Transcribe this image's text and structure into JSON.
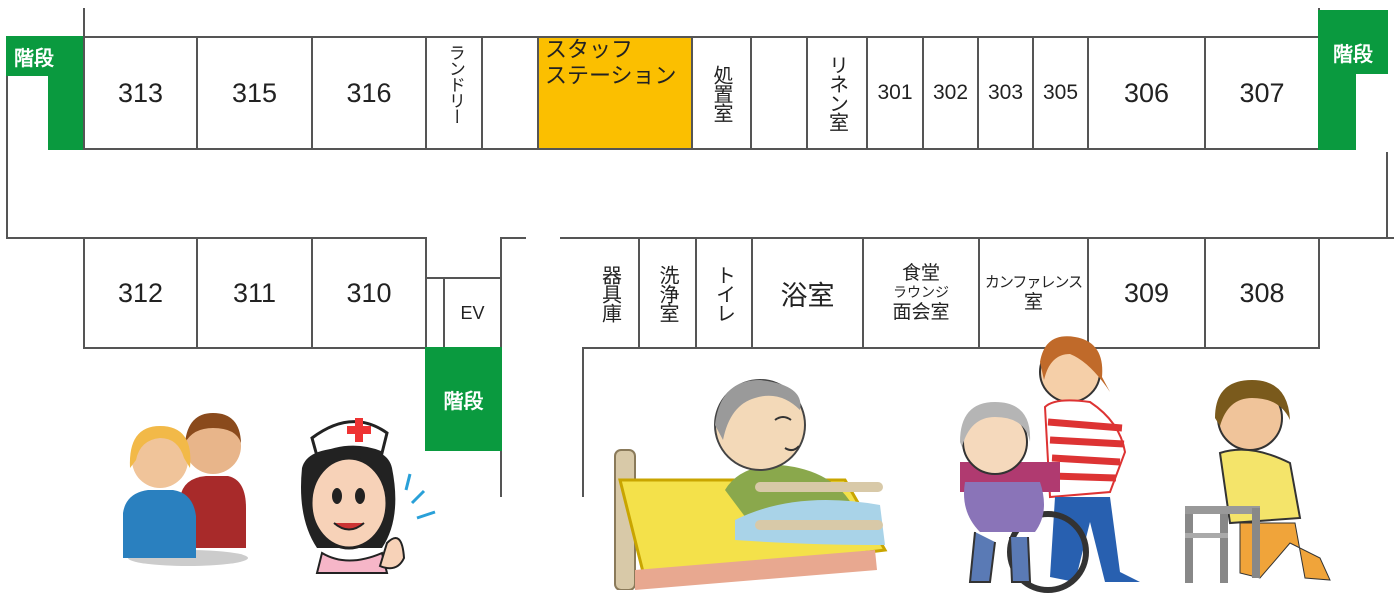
{
  "stairs_label": "階段",
  "top_rooms": {
    "r313": "313",
    "r315": "315",
    "r316": "316",
    "laundry": "ランドリー",
    "staff_station_line1": "スタッフ",
    "staff_station_line2": "ステーション",
    "treatment": "処置室",
    "linen": "リネン室",
    "r301": "301",
    "r302": "302",
    "r303": "303",
    "r305": "305",
    "r306": "306",
    "r307": "307"
  },
  "bottom_rooms": {
    "r312": "312",
    "r311": "311",
    "r310": "310",
    "ev": "EV",
    "equipment": "器具庫",
    "washroom": "洗浄室",
    "toilet": "トイレ",
    "bath": "浴室",
    "dining_line1": "食堂",
    "dining_line2": "ラウンジ",
    "dining_line3": "面会室",
    "conf_line1": "カンファレンス",
    "conf_line2": "室",
    "r309": "309",
    "r308": "308"
  },
  "colors": {
    "stairs": "#0a9a3f",
    "staff_station": "#fbbf00",
    "walls": "#555555"
  },
  "illustrations": [
    "family-icon",
    "nurse-icon",
    "bedridden-patient-icon",
    "wheelchair-caregiver-icon",
    "walker-elderly-icon"
  ]
}
